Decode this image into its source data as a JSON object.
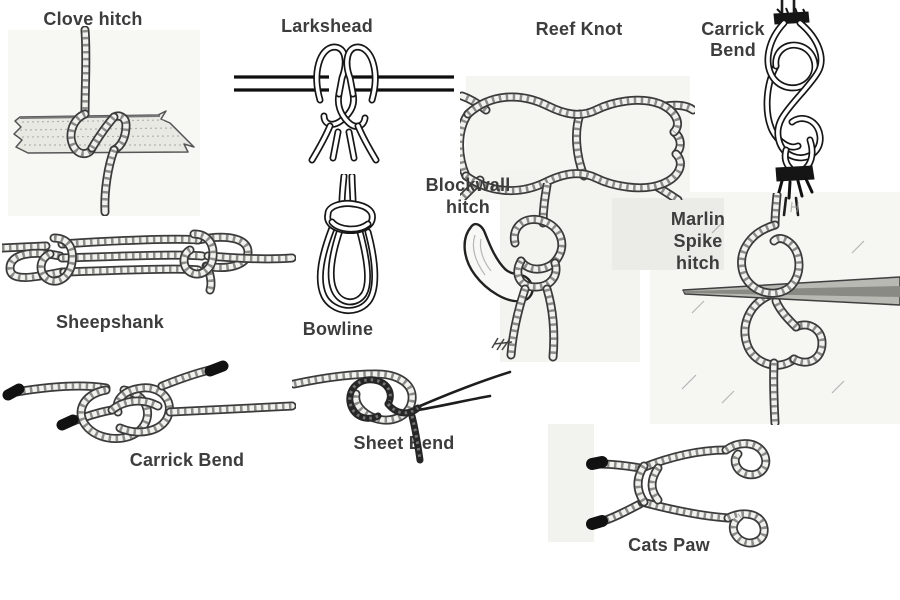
{
  "page": {
    "description": "Illustrated chart of eleven rope knots",
    "background_color": "#ffffff",
    "label_color": "#3d3d3d"
  },
  "knots": [
    {
      "id": "clove-hitch",
      "label": "Clove hitch"
    },
    {
      "id": "larkshead",
      "label": "Larkshead"
    },
    {
      "id": "reef-knot",
      "label": "Reef Knot"
    },
    {
      "id": "carrick-bend-top",
      "label": "Carrick\nBend"
    },
    {
      "id": "blockwall-hitch",
      "label": "Blockwall\nhitch"
    },
    {
      "id": "marlin-spike-hitch",
      "label": "Marlin\nSpike\nhitch"
    },
    {
      "id": "sheepshank",
      "label": "Sheepshank"
    },
    {
      "id": "bowline",
      "label": "Bowline"
    },
    {
      "id": "carrick-bend-bottom",
      "label": "Carrick Bend"
    },
    {
      "id": "sheet-bend",
      "label": "Sheet Bend"
    },
    {
      "id": "cats-paw",
      "label": "Cats Paw"
    }
  ]
}
